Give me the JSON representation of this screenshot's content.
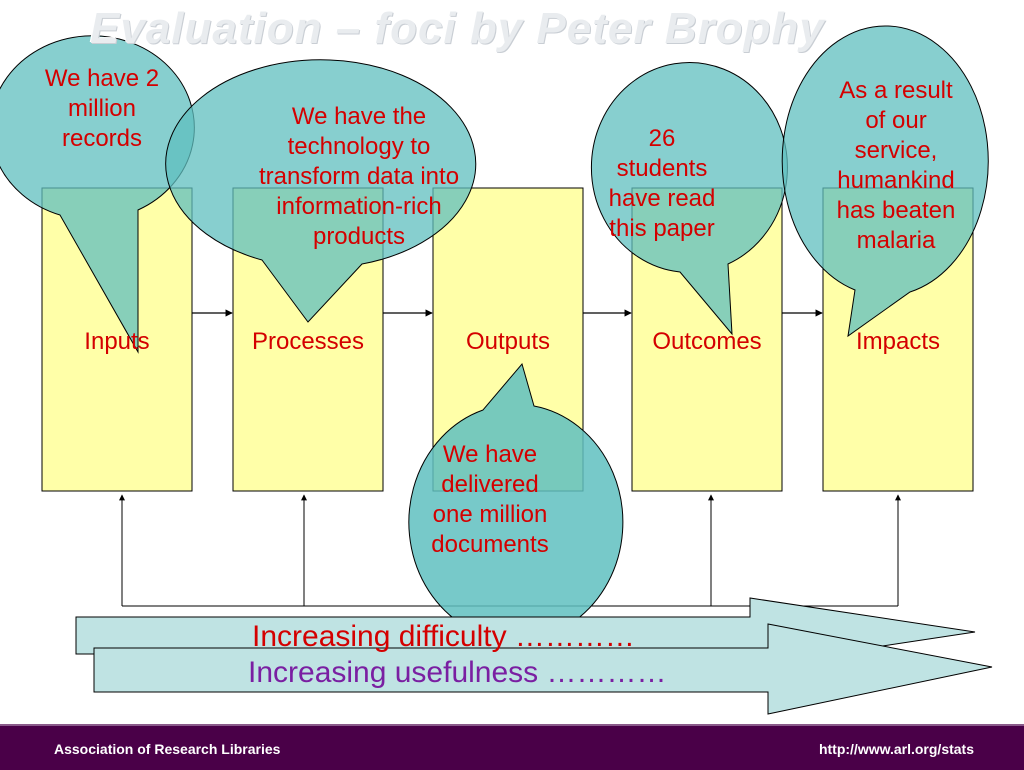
{
  "title": "Evaluation – foci by Peter Brophy",
  "stages": [
    "Inputs",
    "Processes",
    "Outputs",
    "Outcomes",
    "Impacts"
  ],
  "bubbles": {
    "inputs": "We have 2 million records",
    "processes": "We have the technology to transform data into information-rich products",
    "outcomes": "26 students have read this paper",
    "impacts": "As a result of our service, humankind has beaten malaria",
    "outputs": "We have delivered one million documents"
  },
  "arrows": {
    "difficulty": "Increasing difficulty …………",
    "usefulness": "Increasing usefulness …………"
  },
  "footer": {
    "left": "Association of Research Libraries",
    "right": "http://www.arl.org/stats"
  },
  "colors": {
    "box_fill": "#ffffa8",
    "bubble_fill": "#5fbfbf",
    "arrow_fill": "#bfe3e3",
    "label_red": "#d40000",
    "purple_text": "#7a1fa2",
    "footer_bg": "#4a0048"
  }
}
